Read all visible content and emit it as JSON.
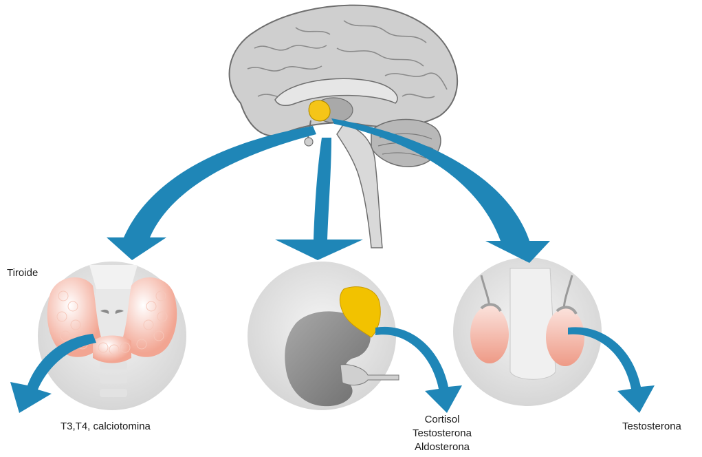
{
  "labels": {
    "thyroid_title": "Tiroide",
    "thyroid_hormones": "T3,T4, calciotomina",
    "adrenal_hormones": [
      "Cortisol",
      "Testosterona",
      "Aldosterona"
    ],
    "testes_hormones": "Testosterona"
  },
  "colors": {
    "arrow": "#1f86b7",
    "pituitary": "#f5c518",
    "brain": "#bdbdbd",
    "brain_outline": "#6e6e6e",
    "gland_circle": "#e4e4e4",
    "thyroid": "#f4b8a8",
    "adrenal": "#f2c200",
    "kidney": "#8d8d8d",
    "testes": "#f0a898"
  },
  "icons": {
    "brain": "brain-icon",
    "pituitary": "pituitary-icon",
    "thyroid": "thyroid-icon",
    "adrenal": "adrenal-kidney-icon",
    "testes": "testes-icon"
  }
}
